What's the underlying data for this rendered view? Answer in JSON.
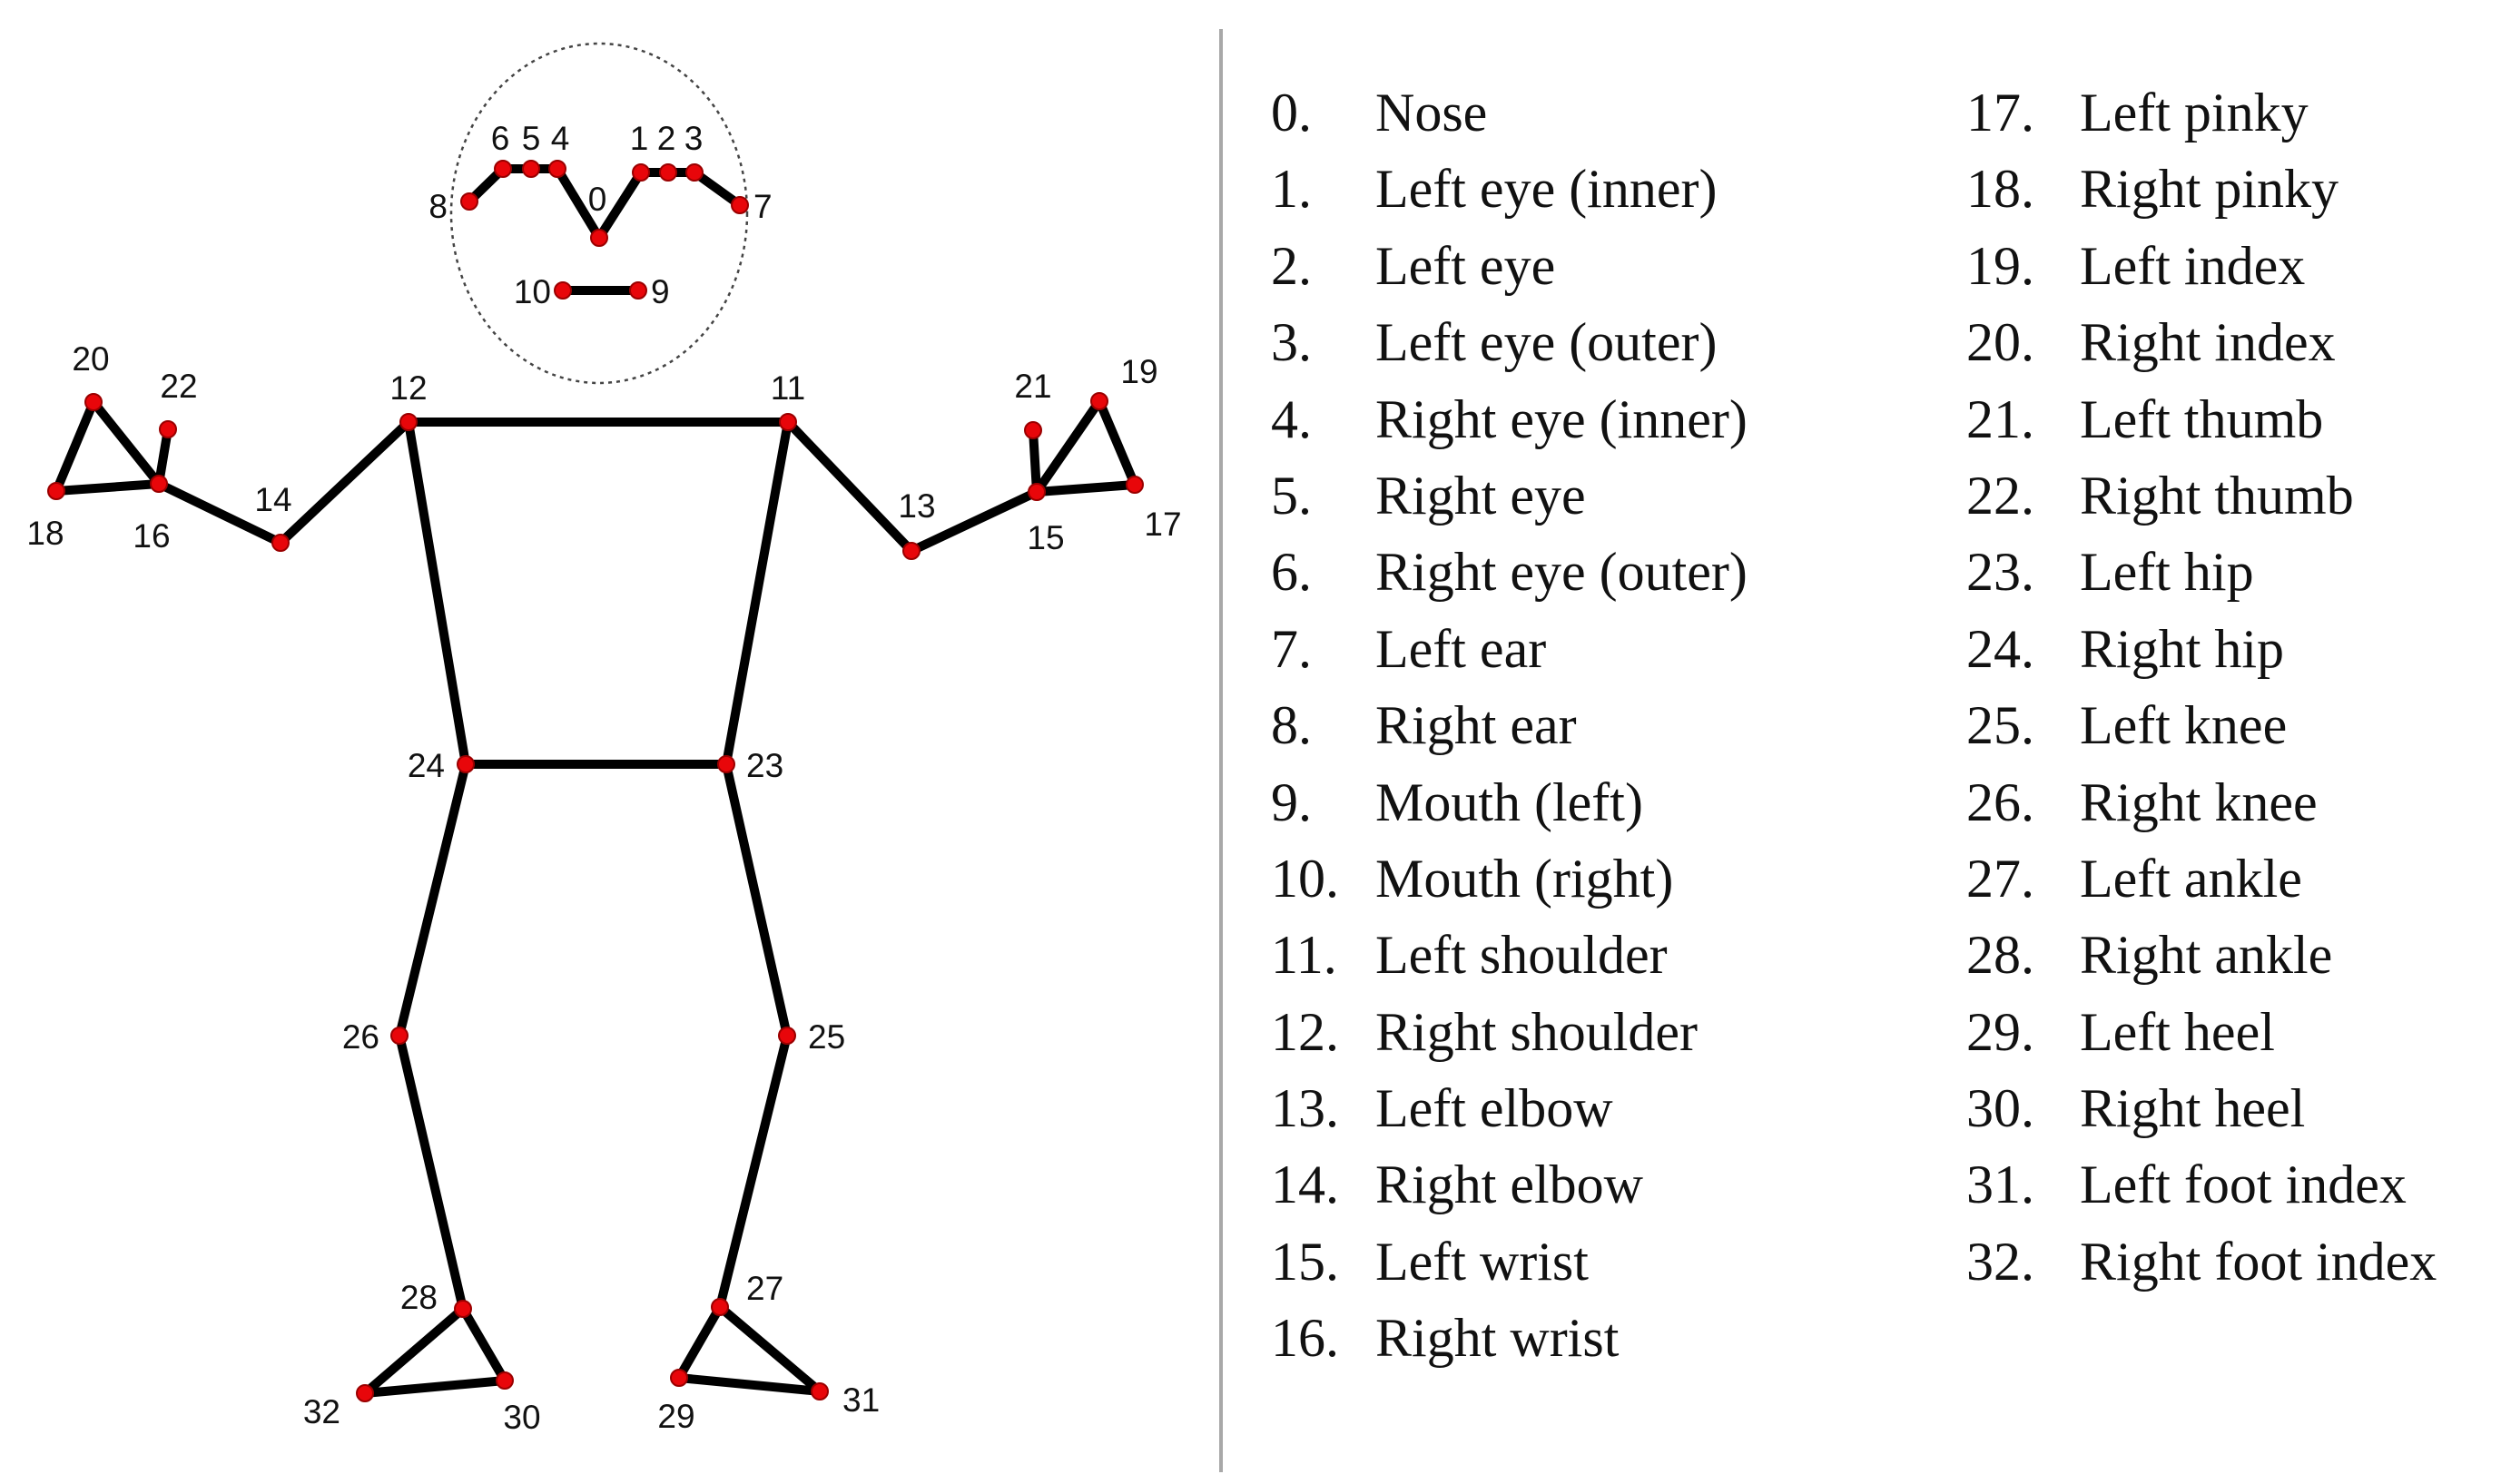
{
  "diagram": {
    "colors": {
      "bone": "#000000",
      "joint": "#e8060a",
      "head_outline": "#444444",
      "divider": "#a8a8a8"
    },
    "landmarks": [
      {
        "id": "0",
        "label": "0"
      },
      {
        "id": "1",
        "label": "1"
      },
      {
        "id": "2",
        "label": "2"
      },
      {
        "id": "3",
        "label": "3"
      },
      {
        "id": "4",
        "label": "4"
      },
      {
        "id": "5",
        "label": "5"
      },
      {
        "id": "6",
        "label": "6"
      },
      {
        "id": "7",
        "label": "7"
      },
      {
        "id": "8",
        "label": "8"
      },
      {
        "id": "9",
        "label": "9"
      },
      {
        "id": "10",
        "label": "10"
      },
      {
        "id": "11",
        "label": "11"
      },
      {
        "id": "12",
        "label": "12"
      },
      {
        "id": "13",
        "label": "13"
      },
      {
        "id": "14",
        "label": "14"
      },
      {
        "id": "15",
        "label": "15"
      },
      {
        "id": "16",
        "label": "16"
      },
      {
        "id": "17",
        "label": "17"
      },
      {
        "id": "18",
        "label": "18"
      },
      {
        "id": "19",
        "label": "19"
      },
      {
        "id": "20",
        "label": "20"
      },
      {
        "id": "21",
        "label": "21"
      },
      {
        "id": "22",
        "label": "22"
      },
      {
        "id": "23",
        "label": "23"
      },
      {
        "id": "24",
        "label": "24"
      },
      {
        "id": "25",
        "label": "25"
      },
      {
        "id": "26",
        "label": "26"
      },
      {
        "id": "27",
        "label": "27"
      },
      {
        "id": "28",
        "label": "28"
      },
      {
        "id": "29",
        "label": "29"
      },
      {
        "id": "30",
        "label": "30"
      },
      {
        "id": "31",
        "label": "31"
      },
      {
        "id": "32",
        "label": "32"
      }
    ],
    "connections": [
      [
        "8",
        "6"
      ],
      [
        "6",
        "5"
      ],
      [
        "5",
        "4"
      ],
      [
        "4",
        "0"
      ],
      [
        "0",
        "1"
      ],
      [
        "1",
        "2"
      ],
      [
        "2",
        "3"
      ],
      [
        "3",
        "7"
      ],
      [
        "10",
        "9"
      ],
      [
        "11",
        "12"
      ],
      [
        "12",
        "24"
      ],
      [
        "11",
        "23"
      ],
      [
        "23",
        "24"
      ],
      [
        "12",
        "14"
      ],
      [
        "14",
        "16"
      ],
      [
        "16",
        "18"
      ],
      [
        "18",
        "20"
      ],
      [
        "20",
        "16"
      ],
      [
        "16",
        "22"
      ],
      [
        "11",
        "13"
      ],
      [
        "13",
        "15"
      ],
      [
        "15",
        "17"
      ],
      [
        "17",
        "19"
      ],
      [
        "19",
        "15"
      ],
      [
        "15",
        "21"
      ],
      [
        "24",
        "26"
      ],
      [
        "26",
        "28"
      ],
      [
        "28",
        "32"
      ],
      [
        "32",
        "30"
      ],
      [
        "30",
        "28"
      ],
      [
        "23",
        "25"
      ],
      [
        "25",
        "27"
      ],
      [
        "27",
        "29"
      ],
      [
        "29",
        "31"
      ],
      [
        "31",
        "27"
      ]
    ]
  },
  "legend": {
    "column_1": [
      {
        "index": "0.",
        "name": "Nose"
      },
      {
        "index": "1.",
        "name": "Left eye (inner)"
      },
      {
        "index": "2.",
        "name": "Left eye"
      },
      {
        "index": "3.",
        "name": "Left eye (outer)"
      },
      {
        "index": "4.",
        "name": "Right eye (inner)"
      },
      {
        "index": "5.",
        "name": "Right eye"
      },
      {
        "index": "6.",
        "name": "Right eye (outer)"
      },
      {
        "index": "7.",
        "name": "Left ear"
      },
      {
        "index": "8.",
        "name": "Right ear"
      },
      {
        "index": "9.",
        "name": "Mouth (left)"
      },
      {
        "index": "10.",
        "name": "Mouth (right)"
      },
      {
        "index": "11.",
        "name": "Left shoulder"
      },
      {
        "index": "12.",
        "name": "Right shoulder"
      },
      {
        "index": "13.",
        "name": "Left elbow"
      },
      {
        "index": "14.",
        "name": "Right elbow"
      },
      {
        "index": "15.",
        "name": "Left wrist"
      },
      {
        "index": "16.",
        "name": "Right wrist"
      }
    ],
    "column_2": [
      {
        "index": "17.",
        "name": "Left pinky"
      },
      {
        "index": "18.",
        "name": "Right pinky"
      },
      {
        "index": "19.",
        "name": "Left index"
      },
      {
        "index": "20.",
        "name": "Right index"
      },
      {
        "index": "21.",
        "name": "Left thumb"
      },
      {
        "index": "22.",
        "name": "Right thumb"
      },
      {
        "index": "23.",
        "name": "Left hip"
      },
      {
        "index": "24.",
        "name": "Right hip"
      },
      {
        "index": "25.",
        "name": "Left knee"
      },
      {
        "index": "26.",
        "name": "Right knee"
      },
      {
        "index": "27.",
        "name": "Left ankle"
      },
      {
        "index": "28.",
        "name": "Right ankle"
      },
      {
        "index": "29.",
        "name": "Left heel"
      },
      {
        "index": "30.",
        "name": "Right heel"
      },
      {
        "index": "31.",
        "name": "Left foot index"
      },
      {
        "index": "32.",
        "name": "Right foot index"
      }
    ]
  }
}
